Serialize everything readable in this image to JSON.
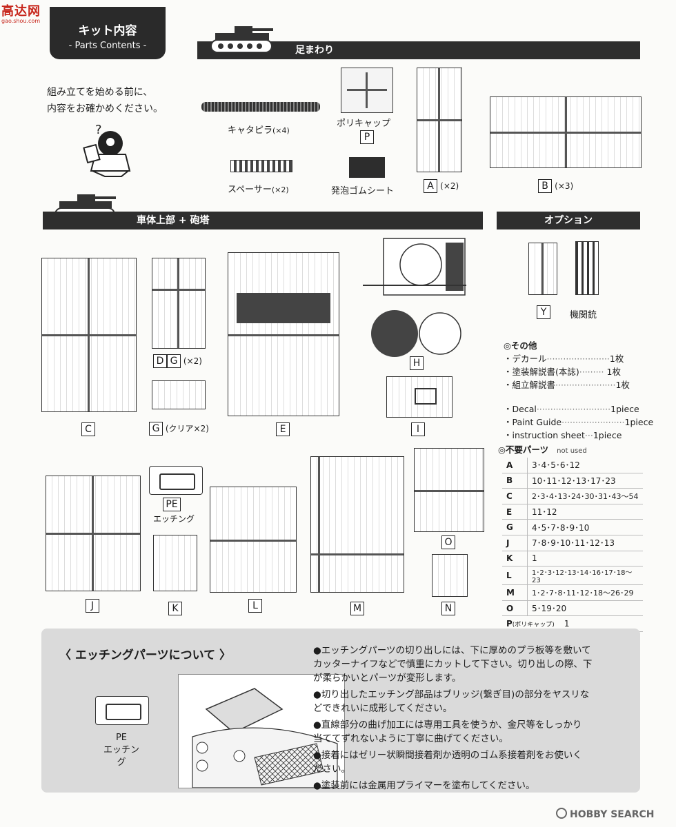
{
  "header": {
    "site_logo": "高达网",
    "site_url": "gao.shou.com",
    "title_jp": "キット内容",
    "title_en": "- Parts Contents -"
  },
  "sections": {
    "undercarriage": "足まわり",
    "upper_hull": "車体上部 + 砲塔",
    "option": "オプション"
  },
  "intro": {
    "line1": "組み立てを始める前に、",
    "line2": "内容をお確かめください。"
  },
  "parts": {
    "track": "キャタピラ",
    "track_qty": "(×4)",
    "polycap": "ポリキャップ",
    "polycap_letter": "P",
    "spacer": "スペーサー",
    "spacer_qty": "(×2)",
    "foam": "発泡ゴムシート",
    "a_letter": "A",
    "a_qty": "(×2)",
    "b_letter": "B",
    "b_qty": "(×3)",
    "c_letter": "C",
    "d_letter": "D",
    "g_letter": "G",
    "dg_qty": "(×2)",
    "g_clear": "(クリア×2)",
    "e_letter": "E",
    "h_letter": "H",
    "i_letter": "I",
    "y_letter": "Y",
    "machine_gun": "機関銃",
    "pe_letter": "PE",
    "pe_label": "エッチング",
    "j_letter": "J",
    "k_letter": "K",
    "l_letter": "L",
    "m_letter": "M",
    "n_letter": "N",
    "o_letter": "O"
  },
  "others": {
    "title": "◎その他",
    "items": [
      {
        "name": "・デカール",
        "dots": "·······················",
        "qty": "1枚"
      },
      {
        "name": "・塗装解説書(本誌)",
        "dots": "·········",
        "qty": "1枚"
      },
      {
        "name": "・組立解説書",
        "dots": "······················",
        "qty": "1枚"
      }
    ],
    "items_en": [
      {
        "name": "・Decal",
        "dots": "···························",
        "qty": "1piece"
      },
      {
        "name": "・Paint Guide",
        "dots": "·······················",
        "qty": "1piece"
      },
      {
        "name": "・instruction sheet",
        "dots": "···",
        "qty": "1piece"
      }
    ]
  },
  "unused": {
    "title": "◎不要パーツ",
    "title_en": "not used",
    "rows": [
      {
        "k": "A",
        "v": "3･4･5･6･12"
      },
      {
        "k": "B",
        "v": "10･11･12･13･17･23"
      },
      {
        "k": "C",
        "v": "2･3･4･13･24･30･31･43〜54"
      },
      {
        "k": "E",
        "v": "11･12"
      },
      {
        "k": "G",
        "v": "4･5･7･8･9･10"
      },
      {
        "k": "J",
        "v": "7･8･9･10･11･12･13"
      },
      {
        "k": "K",
        "v": "1"
      },
      {
        "k": "L",
        "v": "1･2･3･12･13･14･16･17･18〜23"
      },
      {
        "k": "M",
        "v": "1･2･7･8･11･12･18〜26･29"
      },
      {
        "k": "O",
        "v": "5･19･20"
      },
      {
        "k": "P",
        "kp": "(ポリキャップ)",
        "v": "1"
      }
    ]
  },
  "etching": {
    "title": "〈 エッチングパーツについて 〉",
    "pe_letter": "PE",
    "pe_label": "エッチング",
    "bullets": [
      [
        "●エッチングパーツの切り出しには、下に厚めのプラ板等を敷いて",
        "カッターナイフなどで慎重にカットして下さい。切り出しの際、下",
        "が柔らかいとパーツが変形します。"
      ],
      [
        "●切り出したエッチング部品はブリッジ(繋ぎ目)の部分をヤスリな",
        "どできれいに成形してください。"
      ],
      [
        "●直線部分の曲げ加工には専用工具を使うか、金尺等をしっかり",
        "当ててずれないように丁寧に曲げてください。"
      ],
      [
        "●接着にはゼリー状瞬間接着剤か透明のゴム系接着剤をお使いく",
        "ださい。"
      ],
      [
        "●塗装前には金属用プライマーを塗布してください。"
      ]
    ]
  },
  "watermark": "HOBBY SEARCH"
}
